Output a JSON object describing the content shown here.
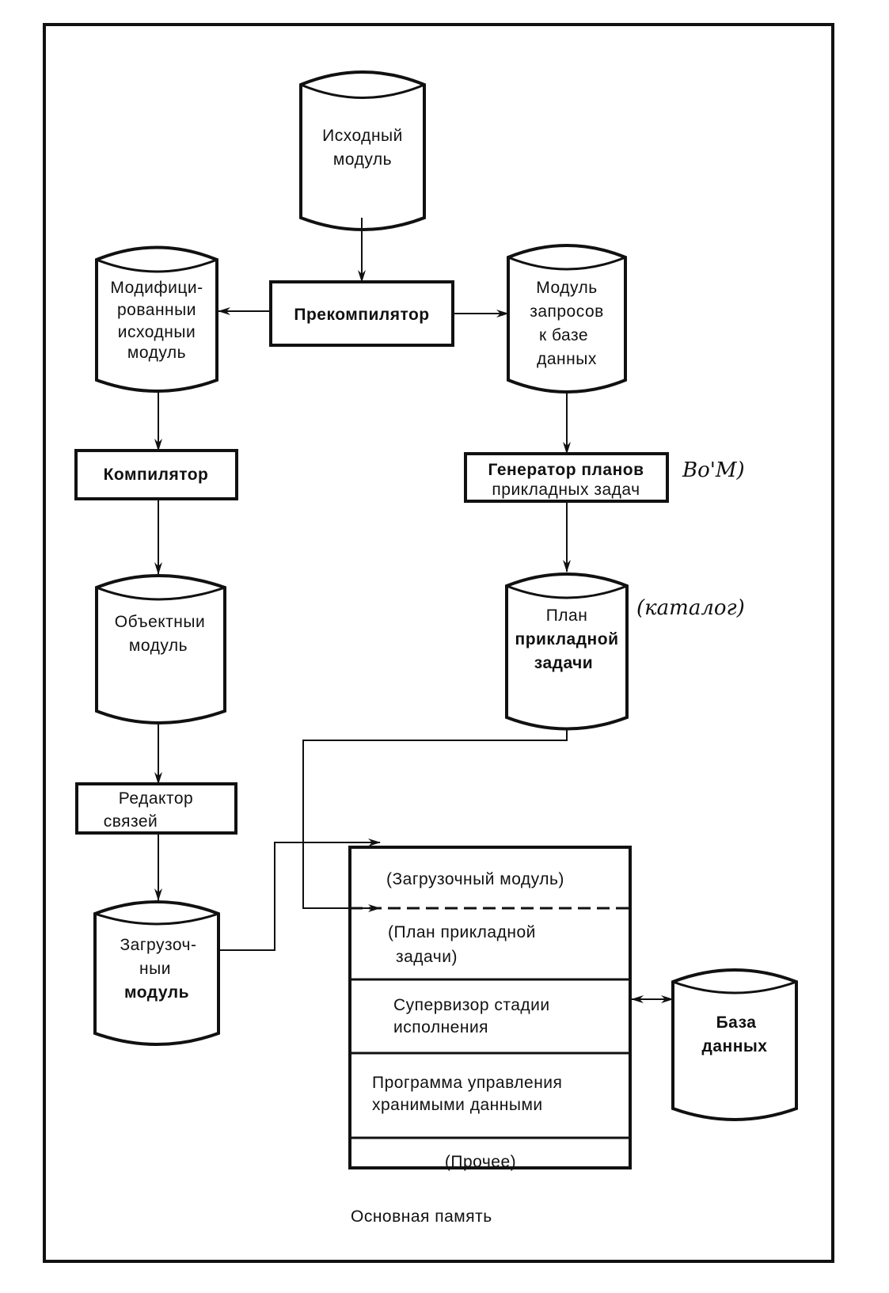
{
  "diagram": {
    "source_module": [
      "Исходный",
      "модуль"
    ],
    "precompiler": [
      "Прекомпилятор"
    ],
    "modified_source": [
      "Модифици-",
      "рованныи",
      "исходныи",
      "модуль"
    ],
    "db_request_module": [
      "Модуль",
      "запросов",
      "к базе",
      "данных"
    ],
    "compiler": [
      "Компилятор"
    ],
    "plan_generator": [
      "Генератор планов",
      "прикладных задач"
    ],
    "object_module": [
      "Объектныи",
      "модуль"
    ],
    "application_plan": [
      "План",
      "прикладной",
      "задачи"
    ],
    "link_editor": [
      "Редактор",
      "связей"
    ],
    "load_module": [
      "Загрузоч-",
      "ныи",
      "модуль"
    ],
    "main_memory": {
      "sections": [
        [
          "(Загрузочный модуль)"
        ],
        [
          "(План прикладной",
          "задачи)"
        ],
        [
          "Супервизор стадии",
          "исполнения"
        ],
        [
          "Программа управления",
          "хранимыми данными"
        ],
        [
          "(Прочее)"
        ]
      ],
      "caption": "Основная память"
    },
    "database": [
      "База",
      "данных"
    ],
    "handwritten_notes": {
      "generator_note": "Bo'M)",
      "plan_note": "(каталог)"
    }
  }
}
